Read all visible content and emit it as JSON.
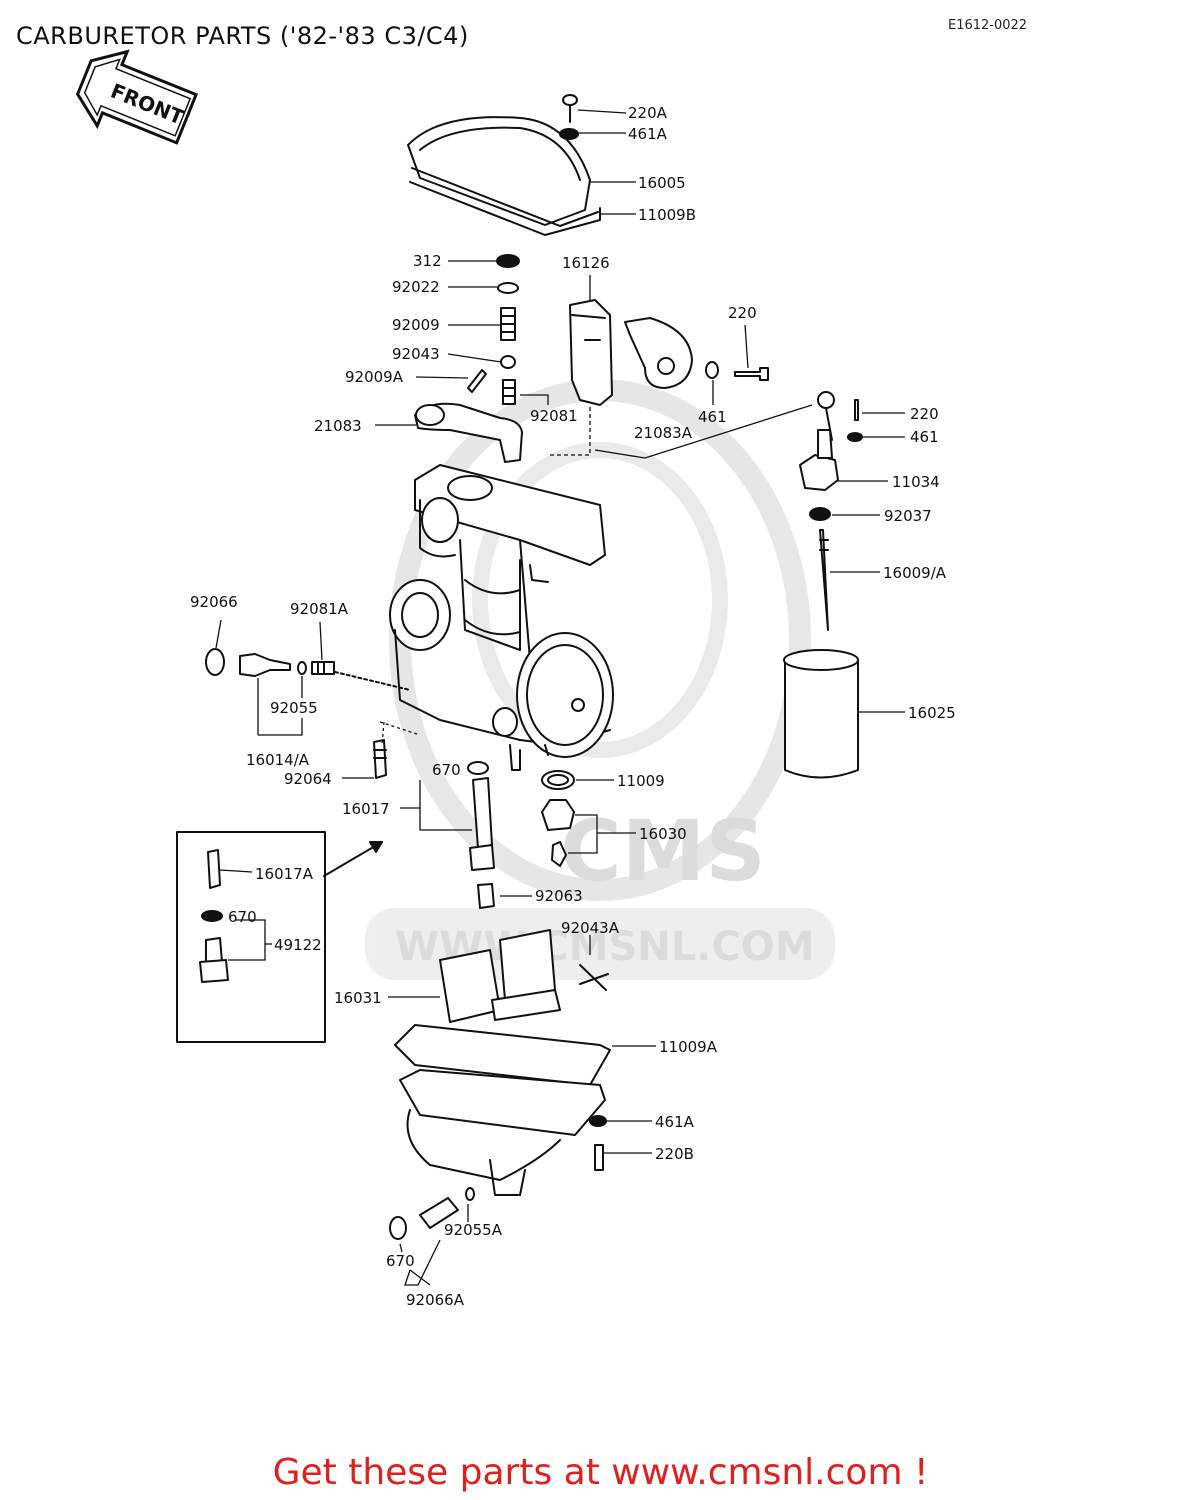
{
  "page": {
    "title": "CARBURETOR PARTS ('82-'83 C3/C4)",
    "code": "E1612-0022",
    "front_label": "FRONT",
    "footer": "Get these parts at www.cmsnl.com !",
    "watermark": {
      "logo": "CMS",
      "url": "WWW.CMSNL.COM"
    }
  },
  "parts": [
    {
      "id": "p220A",
      "label": "220A"
    },
    {
      "id": "p461A",
      "label": "461A"
    },
    {
      "id": "p16005",
      "label": "16005"
    },
    {
      "id": "p11009B",
      "label": "11009B"
    },
    {
      "id": "p312",
      "label": "312"
    },
    {
      "id": "p92022",
      "label": "92022"
    },
    {
      "id": "p16126",
      "label": "16126"
    },
    {
      "id": "p92009",
      "label": "92009"
    },
    {
      "id": "p220",
      "label": "220"
    },
    {
      "id": "p92043",
      "label": "92043"
    },
    {
      "id": "p92009A",
      "label": "92009A"
    },
    {
      "id": "p92081",
      "label": "92081"
    },
    {
      "id": "p461",
      "label": "461"
    },
    {
      "id": "p21083",
      "label": "21083"
    },
    {
      "id": "p21083A",
      "label": "21083A"
    },
    {
      "id": "p220b",
      "label": "220"
    },
    {
      "id": "p461b",
      "label": "461"
    },
    {
      "id": "p11034",
      "label": "11034"
    },
    {
      "id": "p92037",
      "label": "92037"
    },
    {
      "id": "p16009A",
      "label": "16009/A"
    },
    {
      "id": "p92066",
      "label": "92066"
    },
    {
      "id": "p92081A",
      "label": "92081A"
    },
    {
      "id": "p92055",
      "label": "92055"
    },
    {
      "id": "p16025",
      "label": "16025"
    },
    {
      "id": "p16014A",
      "label": "16014/A"
    },
    {
      "id": "p670a",
      "label": "670"
    },
    {
      "id": "p92064",
      "label": "92064"
    },
    {
      "id": "p11009",
      "label": "11009"
    },
    {
      "id": "p16017",
      "label": "16017"
    },
    {
      "id": "p16030",
      "label": "16030"
    },
    {
      "id": "p16017A",
      "label": "16017A"
    },
    {
      "id": "p92063",
      "label": "92063"
    },
    {
      "id": "p670b",
      "label": "670"
    },
    {
      "id": "p49122",
      "label": "49122"
    },
    {
      "id": "p92043A",
      "label": "92043A"
    },
    {
      "id": "p16031",
      "label": "16031"
    },
    {
      "id": "p11009A",
      "label": "11009A"
    },
    {
      "id": "p461A2",
      "label": "461A"
    },
    {
      "id": "p220B",
      "label": "220B"
    },
    {
      "id": "p92055A",
      "label": "92055A"
    },
    {
      "id": "p670c",
      "label": "670"
    },
    {
      "id": "p92066A",
      "label": "92066A"
    }
  ]
}
